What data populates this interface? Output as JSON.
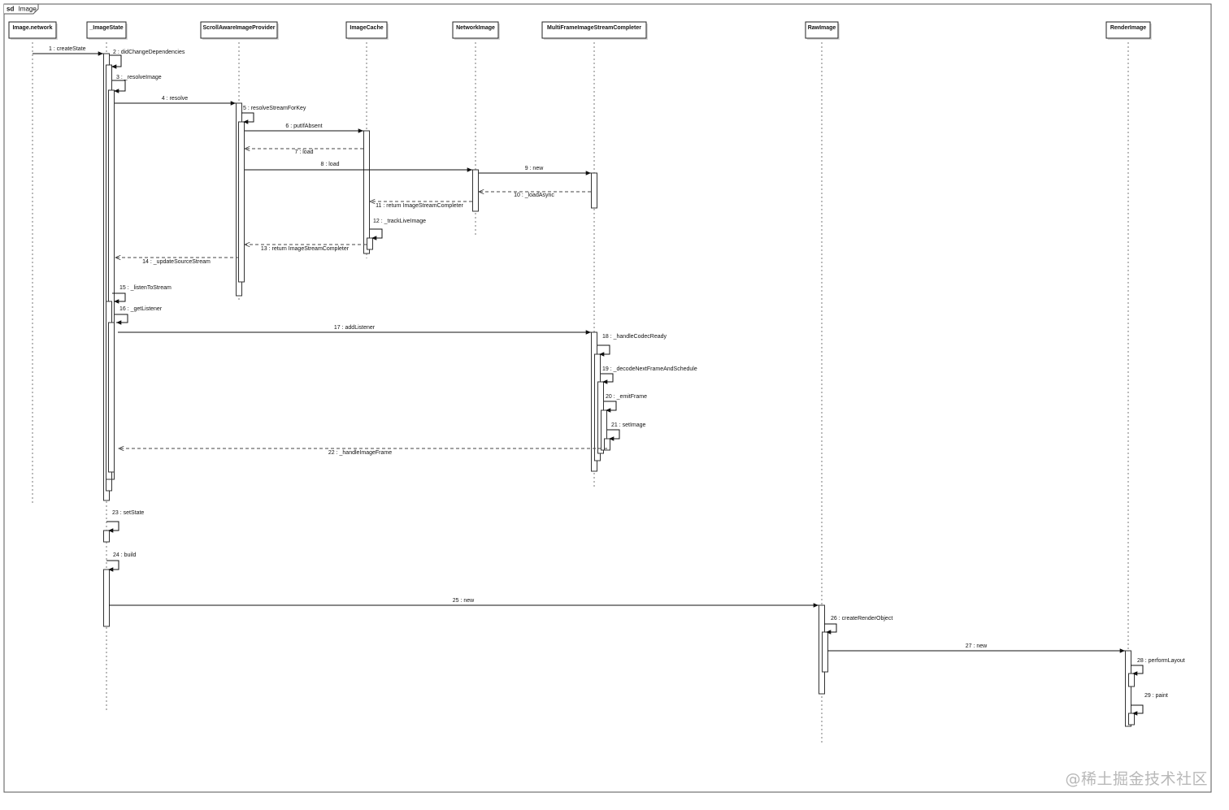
{
  "frame": {
    "keyword": "sd",
    "name": "Image"
  },
  "participants": [
    {
      "id": "image_network",
      "label": "Image.network"
    },
    {
      "id": "image_state",
      "label": "_ImageState"
    },
    {
      "id": "scroll_provider",
      "label": "ScrollAwareImageProvider"
    },
    {
      "id": "image_cache",
      "label": "ImageCache"
    },
    {
      "id": "network_image",
      "label": "NetworkImage"
    },
    {
      "id": "multiframe",
      "label": "MultiFrameImageStreamCompleter"
    },
    {
      "id": "raw_image",
      "label": "RawImage"
    },
    {
      "id": "render_image",
      "label": "RenderImage"
    }
  ],
  "messages": [
    {
      "num": 1,
      "label": "1 : createState",
      "from": "image_network",
      "to": "image_state",
      "kind": "call"
    },
    {
      "num": 2,
      "label": "2 : didChangeDependencies",
      "from": "image_state",
      "to": "image_state",
      "kind": "self"
    },
    {
      "num": 3,
      "label": "3 : _resolveImage",
      "from": "image_state",
      "to": "image_state",
      "kind": "self"
    },
    {
      "num": 4,
      "label": "4 : resolve",
      "from": "image_state",
      "to": "scroll_provider",
      "kind": "call"
    },
    {
      "num": 5,
      "label": "5 : resolveStreamForKey",
      "from": "scroll_provider",
      "to": "scroll_provider",
      "kind": "self"
    },
    {
      "num": 6,
      "label": "6 : putIfAbsent",
      "from": "scroll_provider",
      "to": "image_cache",
      "kind": "call"
    },
    {
      "num": 7,
      "label": "7 : load",
      "from": "image_cache",
      "to": "scroll_provider",
      "kind": "return"
    },
    {
      "num": 8,
      "label": "8 : load",
      "from": "scroll_provider",
      "to": "network_image",
      "kind": "call"
    },
    {
      "num": 9,
      "label": "9 : new",
      "from": "network_image",
      "to": "multiframe",
      "kind": "call"
    },
    {
      "num": 10,
      "label": "10 : _loadAsync",
      "from": "multiframe",
      "to": "network_image",
      "kind": "return"
    },
    {
      "num": 11,
      "label": "11 : return ImageStreamCompleter",
      "from": "network_image",
      "to": "image_cache",
      "kind": "return"
    },
    {
      "num": 12,
      "label": "12 : _trackLiveImage",
      "from": "image_cache",
      "to": "image_cache",
      "kind": "self"
    },
    {
      "num": 13,
      "label": "13 : return ImageStreamCompleter",
      "from": "image_cache",
      "to": "scroll_provider",
      "kind": "return"
    },
    {
      "num": 14,
      "label": "14 : _updateSourceStream",
      "from": "scroll_provider",
      "to": "image_state",
      "kind": "return"
    },
    {
      "num": 15,
      "label": "15 : _listenToStream",
      "from": "image_state",
      "to": "image_state",
      "kind": "self"
    },
    {
      "num": 16,
      "label": "16 : _getListener",
      "from": "image_state",
      "to": "image_state",
      "kind": "self"
    },
    {
      "num": 17,
      "label": "17 : addListener",
      "from": "image_state",
      "to": "multiframe",
      "kind": "call"
    },
    {
      "num": 18,
      "label": "18 : _handleCodecReady",
      "from": "multiframe",
      "to": "multiframe",
      "kind": "self"
    },
    {
      "num": 19,
      "label": "19 : _decodeNextFrameAndSchedule",
      "from": "multiframe",
      "to": "multiframe",
      "kind": "self"
    },
    {
      "num": 20,
      "label": "20 : _emitFrame",
      "from": "multiframe",
      "to": "multiframe",
      "kind": "self"
    },
    {
      "num": 21,
      "label": "21 : setImage",
      "from": "multiframe",
      "to": "multiframe",
      "kind": "self"
    },
    {
      "num": 22,
      "label": "22 : _handleImageFrame",
      "from": "multiframe",
      "to": "image_state",
      "kind": "return"
    },
    {
      "num": 23,
      "label": "23 : setState",
      "from": "image_state",
      "to": "image_state",
      "kind": "self"
    },
    {
      "num": 24,
      "label": "24 : build",
      "from": "image_state",
      "to": "image_state",
      "kind": "self"
    },
    {
      "num": 25,
      "label": "25 : new",
      "from": "image_state",
      "to": "raw_image",
      "kind": "call"
    },
    {
      "num": 26,
      "label": "26 : createRenderObject",
      "from": "raw_image",
      "to": "raw_image",
      "kind": "self"
    },
    {
      "num": 27,
      "label": "27 : new",
      "from": "raw_image",
      "to": "render_image",
      "kind": "call"
    },
    {
      "num": 28,
      "label": "28 : performLayout",
      "from": "render_image",
      "to": "render_image",
      "kind": "self"
    },
    {
      "num": 29,
      "label": "29 : paint",
      "from": "render_image",
      "to": "render_image",
      "kind": "self"
    }
  ],
  "watermark": "@稀土掘金技术社区"
}
